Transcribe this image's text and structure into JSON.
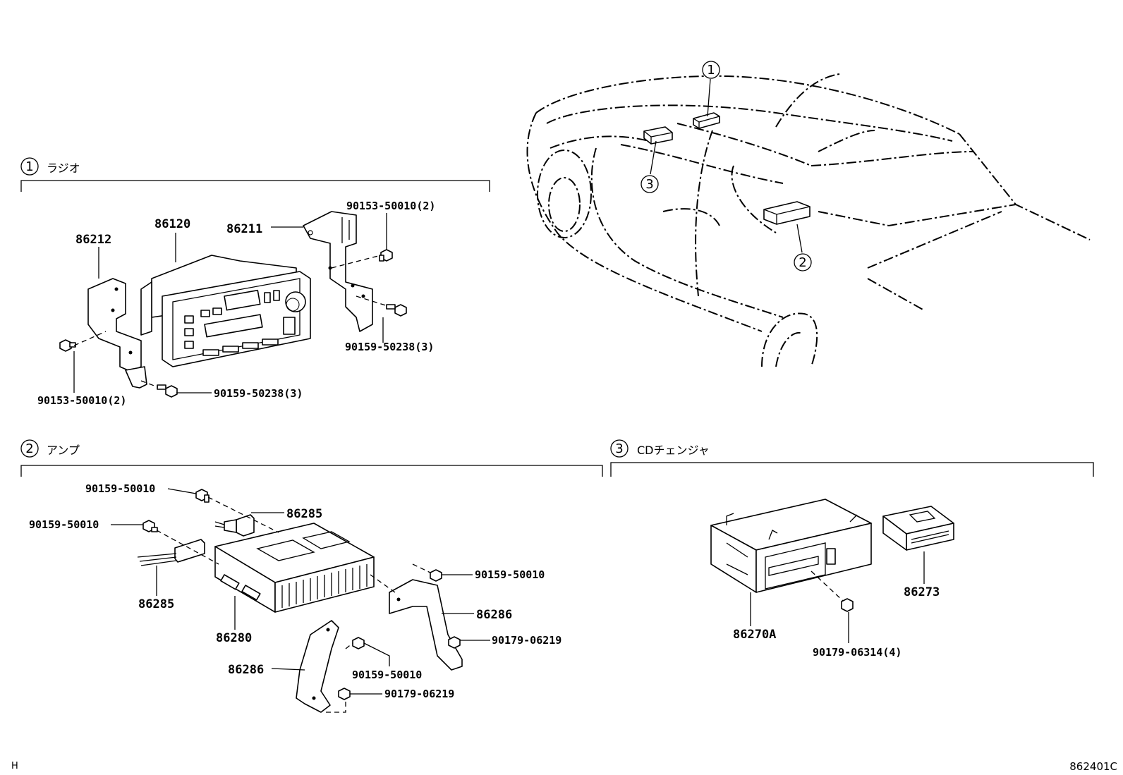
{
  "sections": {
    "radio": {
      "number": "1",
      "title": "ラジオ"
    },
    "amp": {
      "number": "2",
      "title": "アンプ"
    },
    "cd_changer": {
      "number": "3",
      "title": "CDチェンジャ"
    }
  },
  "overview_callouts": [
    "1",
    "2",
    "3"
  ],
  "radio_parts": {
    "p86212": "86212",
    "p86120": "86120",
    "p86211": "86211",
    "bolt_right_top": "90153-50010(2)",
    "screw_right": "90159-50238(3)",
    "bolt_left": "90153-50010(2)",
    "screw_bottom": "90159-50238(3)"
  },
  "amp_parts": {
    "screw_top": "90159-50010",
    "bracket_top": "86285",
    "screw_left": "90159-50010",
    "bracket_left": "86285",
    "amp_unit": "86280",
    "screw_right": "90159-50010",
    "stay_right": "86286",
    "nut_right": "90179-06219",
    "stay_left": "86286",
    "screw_lower": "90159-50010",
    "nut_lower": "90179-06219"
  },
  "cd_parts": {
    "changer": "86270A",
    "magazine": "86273",
    "nut": "90179-06314(4)"
  },
  "footer": {
    "left_mark": "H",
    "illustration_code": "862401C"
  }
}
